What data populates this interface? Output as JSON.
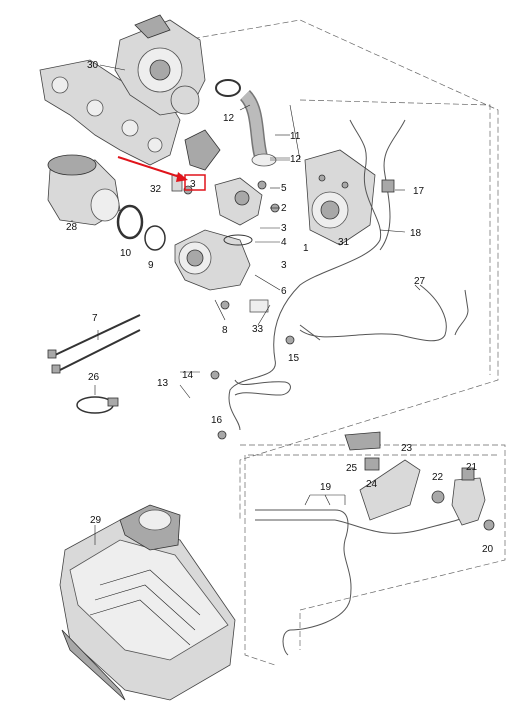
{
  "diagram": {
    "highlight_color": "#e0141b",
    "highlighted_callout": "3",
    "callouts": {
      "c1": "1",
      "c2": "2",
      "c3": "3",
      "c3b": "3",
      "c3r": "3",
      "c4": "4",
      "c5": "5",
      "c6": "6",
      "c7": "7",
      "c8": "8",
      "c9": "9",
      "c10": "10",
      "c11": "11",
      "c12a": "12",
      "c12b": "12",
      "c13": "13",
      "c14": "14",
      "c15": "15",
      "c16": "16",
      "c17": "17",
      "c18": "18",
      "c19": "19",
      "c20": "20",
      "c21": "21",
      "c22": "22",
      "c23": "23",
      "c24": "24",
      "c25": "25",
      "c26": "26",
      "c27": "27",
      "c28": "28",
      "c29": "29",
      "c30": "30",
      "c31": "31",
      "c32": "32",
      "c33": "33"
    },
    "parts": [
      {
        "id": "turbocharger",
        "callout": "30"
      },
      {
        "id": "exhaust-manifold",
        "callout": "30"
      },
      {
        "id": "catalytic-converter",
        "callout": "28"
      },
      {
        "id": "air-filter-housing",
        "callout": "29"
      },
      {
        "id": "cylinder-head-cover",
        "callout": "31"
      },
      {
        "id": "egr-valve",
        "callout": "1"
      },
      {
        "id": "pressure-sensor",
        "callout": "3"
      },
      {
        "id": "solenoid-valve",
        "callout": "21"
      }
    ]
  }
}
